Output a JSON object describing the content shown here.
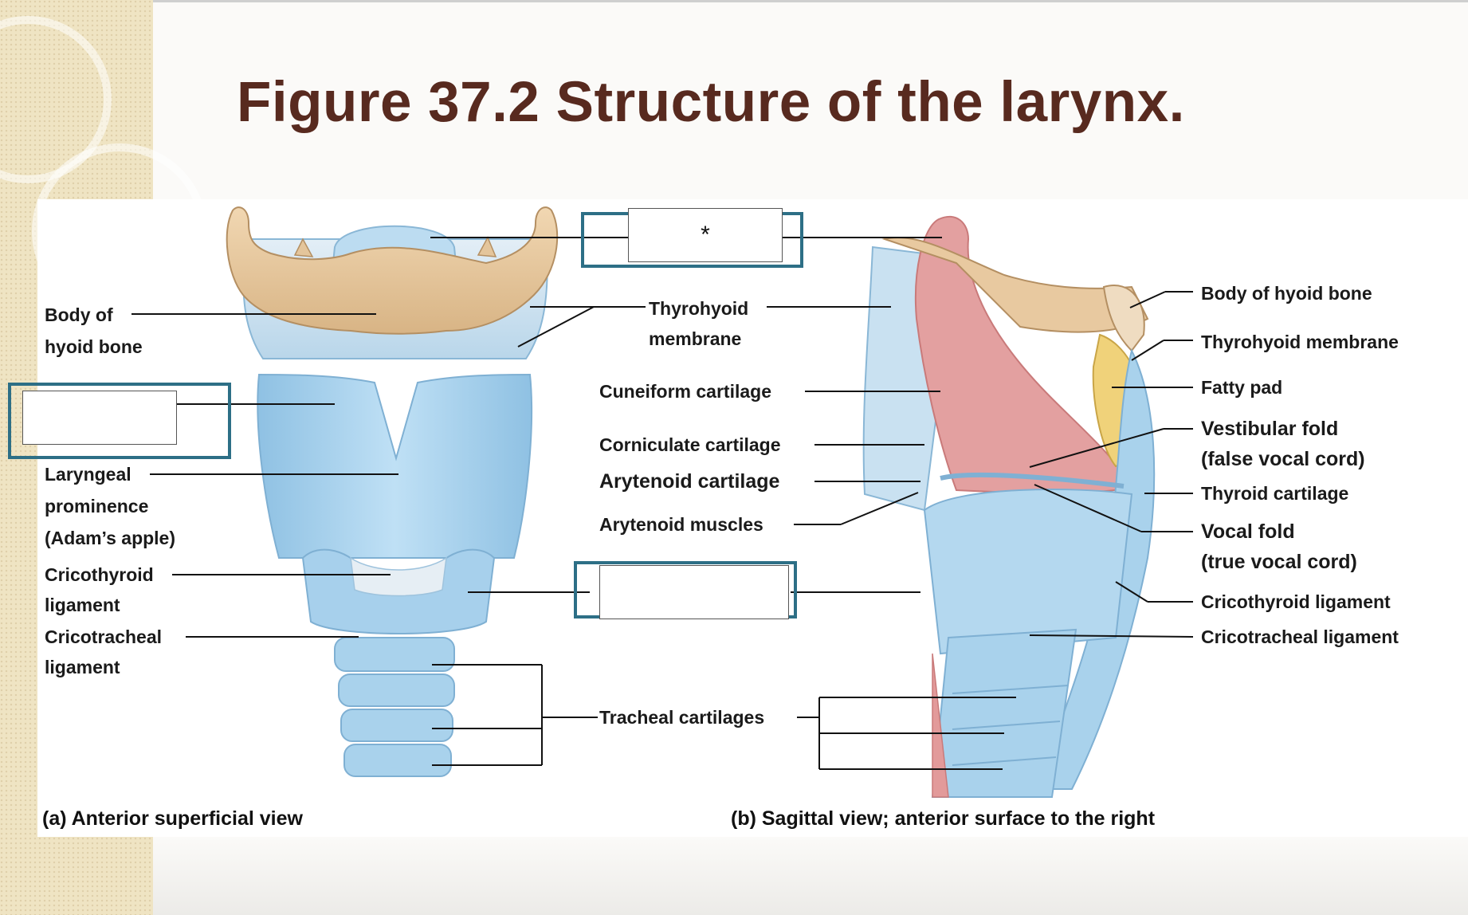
{
  "title": "Figure 37.2 Structure of the larynx.",
  "panel_a": {
    "caption": "(a) Anterior superficial view",
    "labels": {
      "body_of_hyoid": [
        "Body of",
        "hyoid bone"
      ],
      "laryngeal_prominence": [
        "Laryngeal",
        "prominence",
        "(Adam’s apple)"
      ],
      "cricothyroid": [
        "Cricothyroid",
        "ligament"
      ],
      "cricotracheal": [
        "Cricotracheal",
        "ligament"
      ]
    }
  },
  "center_labels": {
    "thyrohyoid": [
      "Thyrohyoid",
      "membrane"
    ],
    "cuneiform": "Cuneiform cartilage",
    "corniculate": "Corniculate cartilage",
    "arytenoid_cartilage": "Arytenoid cartilage",
    "arytenoid_muscles": "Arytenoid muscles",
    "tracheal": "Tracheal cartilages"
  },
  "panel_b": {
    "caption": "(b) Sagittal view; anterior surface to the right",
    "labels": {
      "body_of_hyoid": "Body of hyoid bone",
      "thyrohyoid": "Thyrohyoid membrane",
      "fatty_pad": "Fatty pad",
      "vestibular_fold": [
        "Vestibular fold",
        "(false vocal cord)"
      ],
      "thyroid_cartilage": "Thyroid cartilage",
      "vocal_fold": [
        "Vocal fold",
        "(true vocal cord)"
      ],
      "cricothyroid": "Cricothyroid ligament",
      "cricotracheal": "Cricotracheal ligament"
    }
  },
  "blanks": {
    "top_mark": "*",
    "left_text": "",
    "middle_text": ""
  },
  "colors": {
    "title": "#582a1f",
    "cartilage": "#a9d2ec",
    "bone": "#e8c9a0",
    "mucosa": "#e29a9a",
    "fat": "#f0d27a",
    "box_frame": "#2d6f86"
  }
}
